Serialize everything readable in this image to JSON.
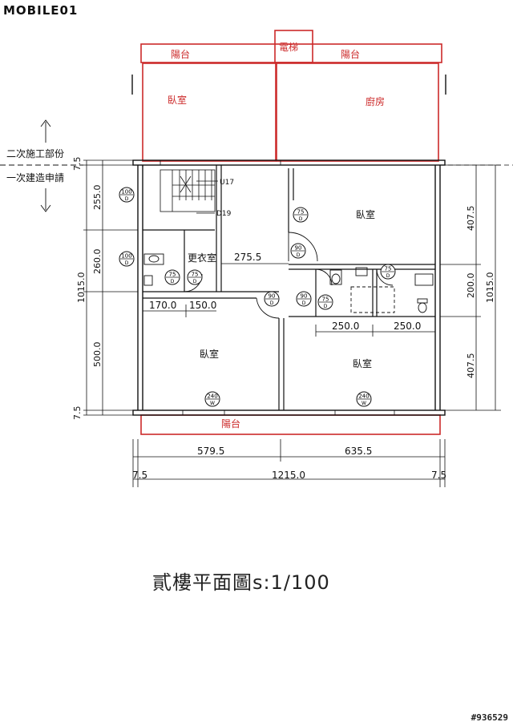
{
  "brand": {
    "logo_text": "MOBILE01"
  },
  "watermark": "#936529",
  "plan": {
    "title": "貳樓平面圖s:1/100",
    "side_notes": {
      "upper": "二次施工部份",
      "lower": "一次建造申請"
    },
    "rooms": {
      "balcony_top_left": "陽台",
      "elevator": "電梯",
      "balcony_top_right": "陽台",
      "bedroom_red": "臥室",
      "kitchen": "廚房",
      "bedroom_ne": "臥室",
      "changing_room": "更衣室",
      "bedroom_sw": "臥室",
      "bedroom_se": "臥室",
      "balcony_bottom": "陽台"
    },
    "stair_tags": {
      "u": "U17",
      "d": "D19"
    },
    "dimensions": {
      "left_top": "7.5",
      "left_1": "255.0",
      "left_2": "260.0",
      "left_3": "500.0",
      "left_bottom": "7.5",
      "left_total": "1015.0",
      "right_1": "407.5",
      "right_2": "200.0",
      "right_3": "407.5",
      "right_total": "1015.0",
      "inner_275": "275.5",
      "inner_170": "170.0",
      "inner_150": "150.0",
      "inner_250a": "250.0",
      "inner_250b": "250.0",
      "bottom_1": "579.5",
      "bottom_2": "635.5",
      "bottom_left": "7.5",
      "bottom_total": "1215.0",
      "bottom_right": "7.5"
    },
    "doors": [
      {
        "id": "door-100-a",
        "top": "100",
        "bot": "D"
      },
      {
        "id": "door-100-b",
        "top": "100",
        "bot": "D"
      },
      {
        "id": "door-75-a",
        "top": "75",
        "bot": "D"
      },
      {
        "id": "door-75-b",
        "top": "75",
        "bot": "D"
      },
      {
        "id": "door-75-c",
        "top": "75",
        "bot": "D"
      },
      {
        "id": "door-90-a",
        "top": "90",
        "bot": "D"
      },
      {
        "id": "door-90-b",
        "top": "90",
        "bot": "D"
      },
      {
        "id": "door-90-c",
        "top": "90",
        "bot": "D"
      },
      {
        "id": "door-75-d",
        "top": "75",
        "bot": "D"
      },
      {
        "id": "door-75-e",
        "top": "75",
        "bot": "D"
      },
      {
        "id": "door-240-a",
        "top": "240",
        "bot": "W"
      },
      {
        "id": "door-240-b",
        "top": "240",
        "bot": "W"
      }
    ],
    "colors": {
      "line": "#111111",
      "red": "#cc2a2a"
    }
  }
}
